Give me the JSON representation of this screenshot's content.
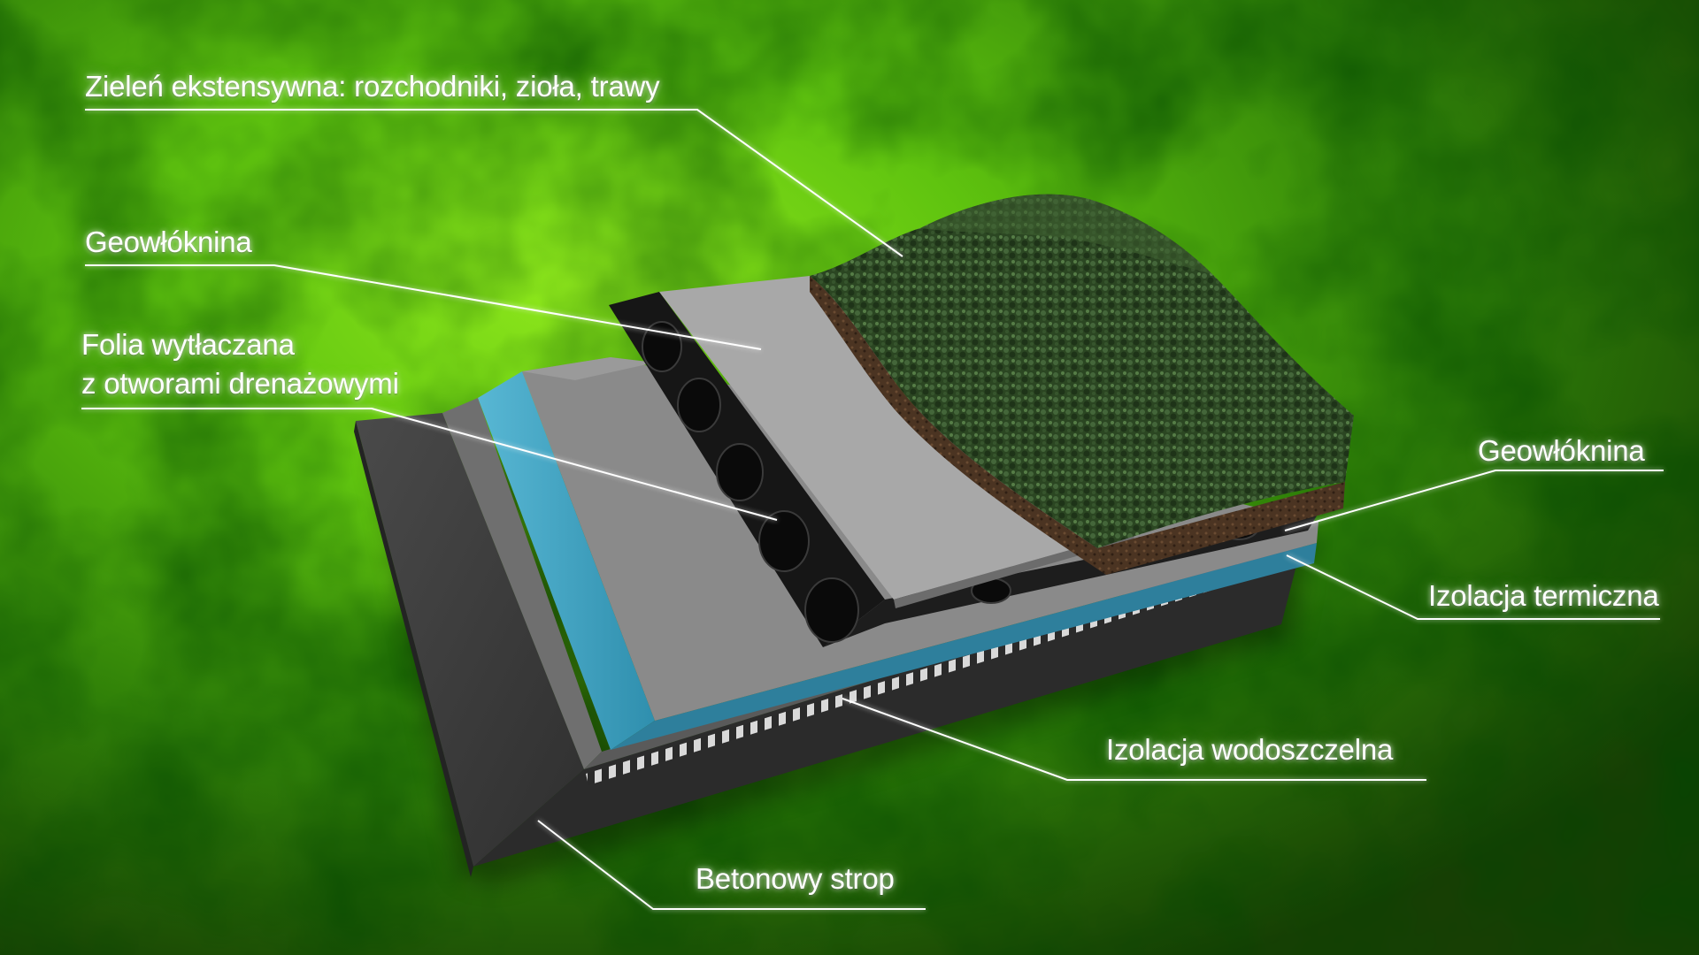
{
  "colors": {
    "background_center": "#7ee016",
    "background_edge": "#1c4f05",
    "concrete": "#3f3f3f",
    "waterproofing": "#6e6e6e",
    "thermal_insulation": "#3fa0bd",
    "geotextile": "#8f8f8f",
    "drainage_membrane": "#111111",
    "geotextile_top": "#a9a9a9",
    "vegetation": "#2d4a24",
    "soil": "#4a3220",
    "leader_line": "#ffffff"
  },
  "labels": {
    "greenery": "Zieleń ekstensywna: rozchodniki, zioła, trawy",
    "geotextile_top": "Geowłóknina",
    "drainage_foil_line1": "Folia wytłaczana",
    "drainage_foil_line2": "z otworami drenażowymi",
    "geotextile_right": "Geowłóknina",
    "thermal_insulation": "Izolacja termiczna",
    "waterproofing": "Izolacja wodoszczelna",
    "concrete_slab": "Betonowy strop"
  }
}
